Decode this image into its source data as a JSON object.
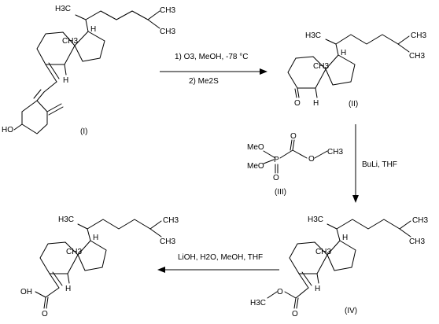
{
  "compounds": [
    {
      "id": "I",
      "label": "(I)"
    },
    {
      "id": "II",
      "label": "(II)"
    },
    {
      "id": "III",
      "label": "(III)"
    },
    {
      "id": "IV",
      "label": "(IV)"
    },
    {
      "id": "V",
      "label": ""
    }
  ],
  "atoms": {
    "H3C": "H3C",
    "CH3": "CH3",
    "H": "H",
    "O": "O",
    "HO": "HO",
    "OH": "OH",
    "P": "P",
    "MeO": "MeO",
    "bare_H": "H",
    "C": "C"
  },
  "reactions": [
    {
      "id": "r1",
      "conditions": [
        "1) O3, MeOH, -78 °C",
        "2) Me2S"
      ]
    },
    {
      "id": "r2",
      "conditions": [
        "BuLi, THF"
      ]
    },
    {
      "id": "r3",
      "conditions": [
        "LiOH, H2O, MeOH, THF"
      ]
    }
  ]
}
